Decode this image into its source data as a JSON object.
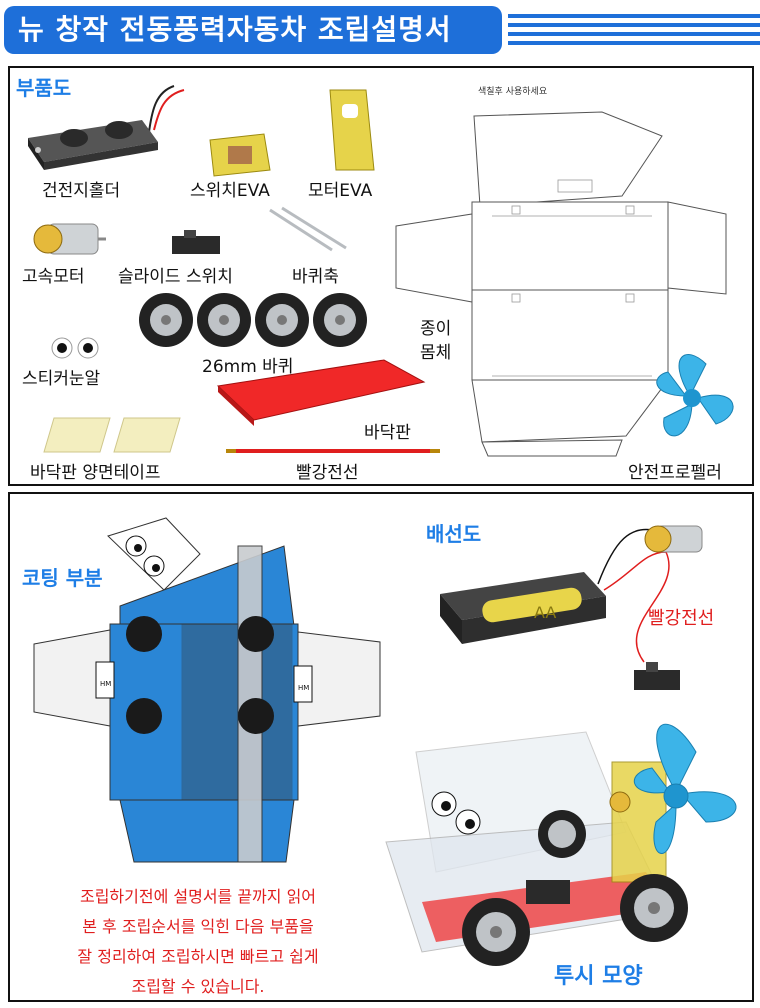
{
  "header": {
    "title": "뉴 창작 전동풍력자동차 조립설명서"
  },
  "parts": {
    "section_title": "부품도",
    "battery_holder": "건전지홀더",
    "switch_eva": "스위치EVA",
    "motor_eva": "모터EVA",
    "high_speed_motor": "고속모터",
    "slide_switch": "슬라이드 스위치",
    "wheel_axle": "바퀴축",
    "wheel_26mm": "26mm 바퀴",
    "sticker_eyes": "스티커눈알",
    "base_board": "바닥판",
    "base_tape": "바닥판 양면테이프",
    "red_wire": "빨강전선",
    "paper_body_line1": "종이",
    "paper_body_line2": "몸체",
    "paper_note": "색칠후 사용하세요",
    "safety_propeller": "안전프로펠러"
  },
  "assembly": {
    "coating_part": "코팅 부분",
    "wiring_diagram": "배선도",
    "red_wire": "빨강전선",
    "battery_mark": "AA",
    "plate_text": "HM",
    "see_through": "투시 모양",
    "note_lines": [
      "조립하기전에 설명서를 끝까지 읽어",
      "본 후 조립순서를 익힌 다음 부품을",
      "잘 정리하여 조립하시면 빠르고 쉽게",
      "조립할 수 있습니다."
    ]
  },
  "colors": {
    "accent_blue": "#1e6fd9",
    "label_blue": "#1e7ee6",
    "red": "#e01e1e",
    "body_blue": "#2a86d6",
    "propeller": "#3cb4e8"
  }
}
